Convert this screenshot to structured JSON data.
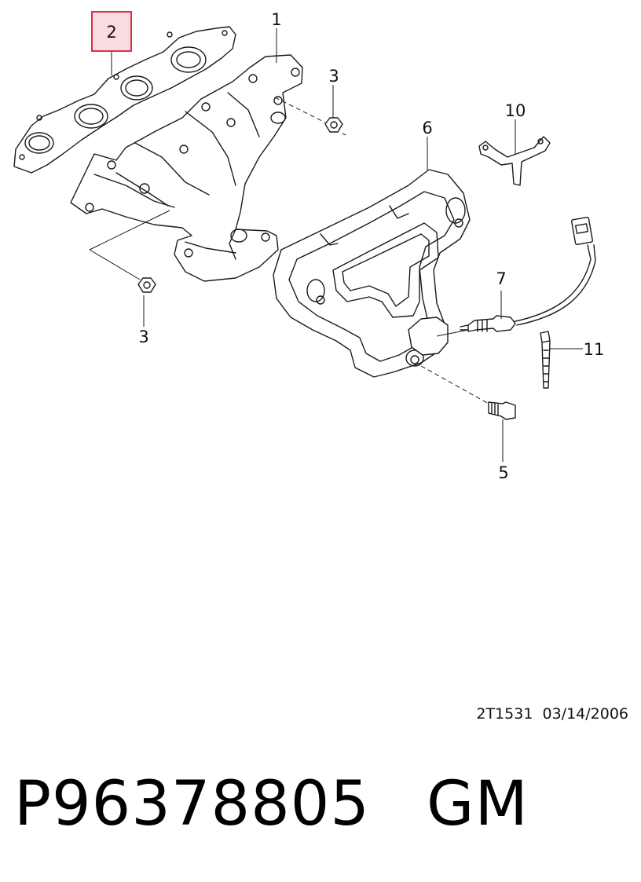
{
  "diagram": {
    "callouts": {
      "c1": "1",
      "c2": "2",
      "c3a": "3",
      "c3b": "3",
      "c5": "5",
      "c6": "6",
      "c7": "7",
      "c10": "10",
      "c11": "11"
    },
    "highlighted_callout": "2",
    "highlight_color": "#d21f2c",
    "highlight_fill": "#f7dce2"
  },
  "drawing_code": "2T1531  03/14/2006",
  "footer": {
    "part_number": "P96378805",
    "brand": "GM"
  }
}
